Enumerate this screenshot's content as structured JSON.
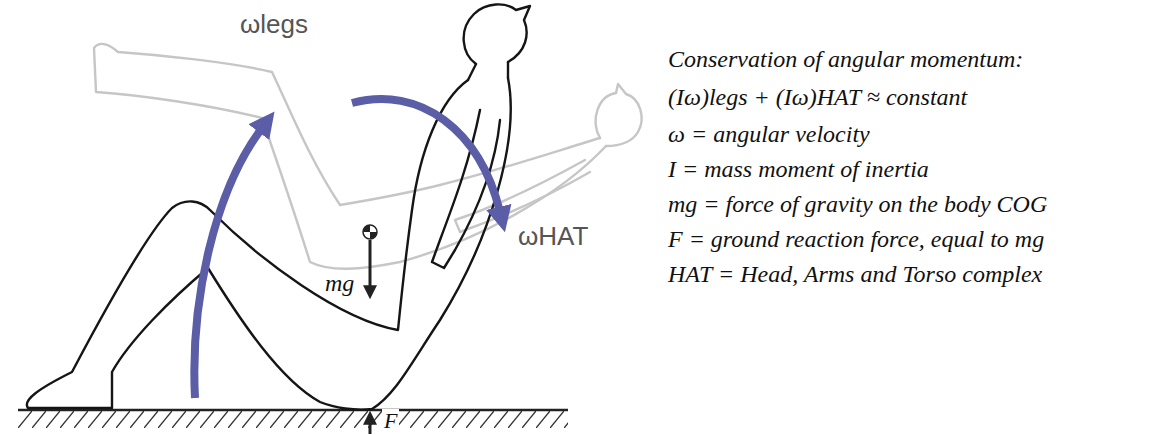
{
  "diagram": {
    "labels": [
      "ωlegs",
      "ωHAT",
      "mg",
      "F",
      "Conservation of angular momentum:",
      "(Iω)legs + (Iω)HAT ≈ constant",
      "ω = angular velocity",
      "I = mass moment of inertia",
      "mg = force of gravity on the body COG",
      "F = ground reaction force, equal to mg",
      "HAT = Head, Arms and Torso complex"
    ]
  }
}
